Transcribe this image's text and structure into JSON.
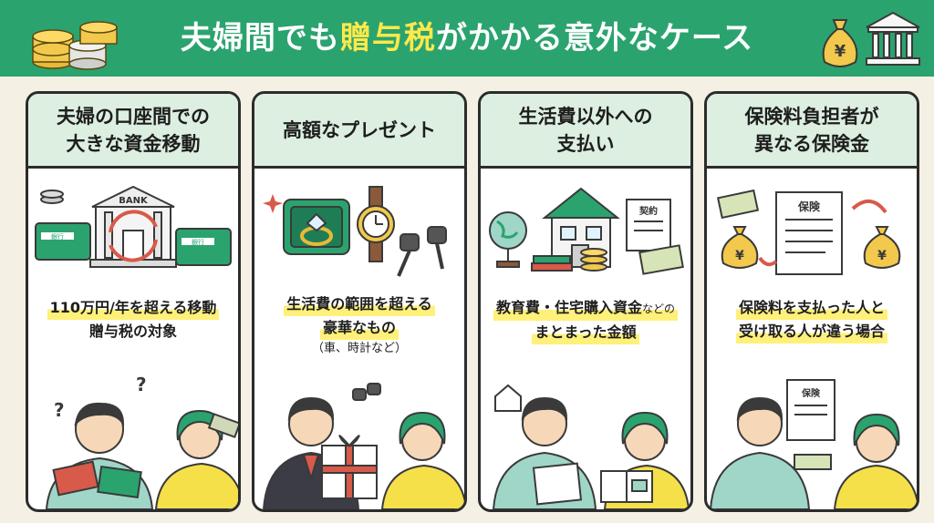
{
  "header": {
    "title_pre": "夫婦間でも",
    "title_highlight": "贈与税",
    "title_post": "がかかる意外なケース",
    "colors": {
      "banner": "#2ba36f",
      "highlight": "#ffe94a",
      "card_header": "#dcefe0",
      "marker": "#fff07a"
    }
  },
  "decor": {
    "left": "coin-stack-icon",
    "right_bag": "yen-money-bag-icon",
    "right_bank": "bank-building-icon",
    "yen": "¥"
  },
  "cards": [
    {
      "title_lines": [
        "夫婦の口座間での",
        "大きな資金移動"
      ],
      "illustration": "bank-transfer-icon",
      "bank_label": "BANK",
      "bankbook_label": "銀行",
      "text_lines": [
        "110万円/年を超える移動",
        "贈与税の対象"
      ]
    },
    {
      "title_lines": [
        "高額なプレゼント"
      ],
      "illustration": "ring-watch-key-icon",
      "text_lines": [
        "生活費の範囲を超える",
        "豪華なもの"
      ],
      "note": "（車、時計など）"
    },
    {
      "title_lines": [
        "生活費以外への",
        "支払い"
      ],
      "illustration": "house-contract-icon",
      "contract_label": "契約",
      "text_main": "教育費・住宅購入資金",
      "text_suffix": "などの",
      "text_line2": "まとまった金額"
    },
    {
      "title_lines": [
        "保険料負担者が",
        "異なる保険金"
      ],
      "illustration": "insurance-document-icon",
      "doc_label": "保険",
      "text_lines": [
        "保険料を支払った人と",
        "受け取る人が違う場合"
      ]
    }
  ]
}
